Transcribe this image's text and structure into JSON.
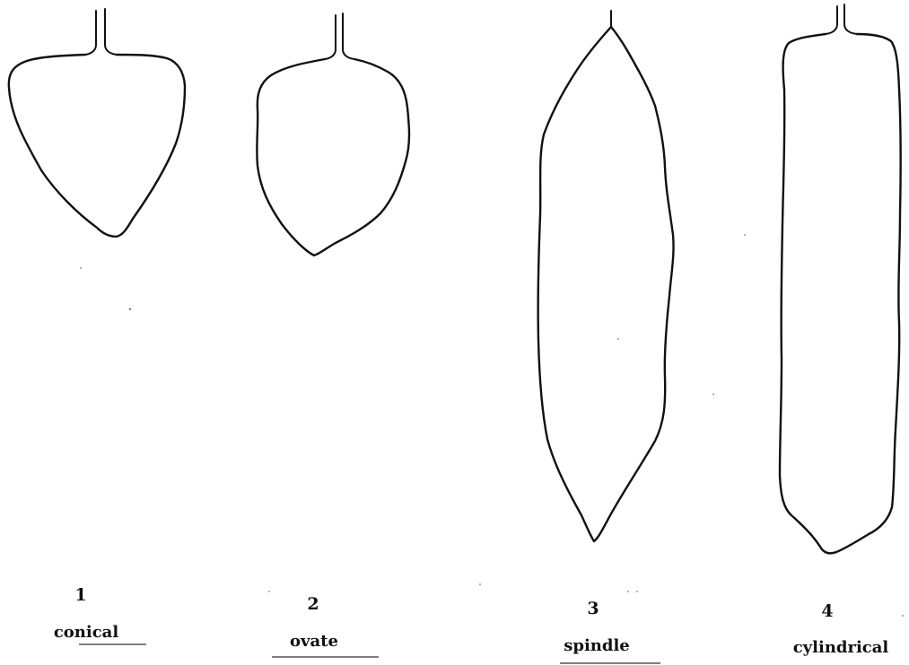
{
  "shapes": [
    {
      "number": "1",
      "name": "conical"
    },
    {
      "number": "2",
      "name": "ovate"
    },
    {
      "number": "3",
      "name": "spindle"
    },
    {
      "number": "4",
      "name": "cylindrical"
    }
  ],
  "colors": {
    "line": "#111111",
    "background": "#ffffff"
  }
}
